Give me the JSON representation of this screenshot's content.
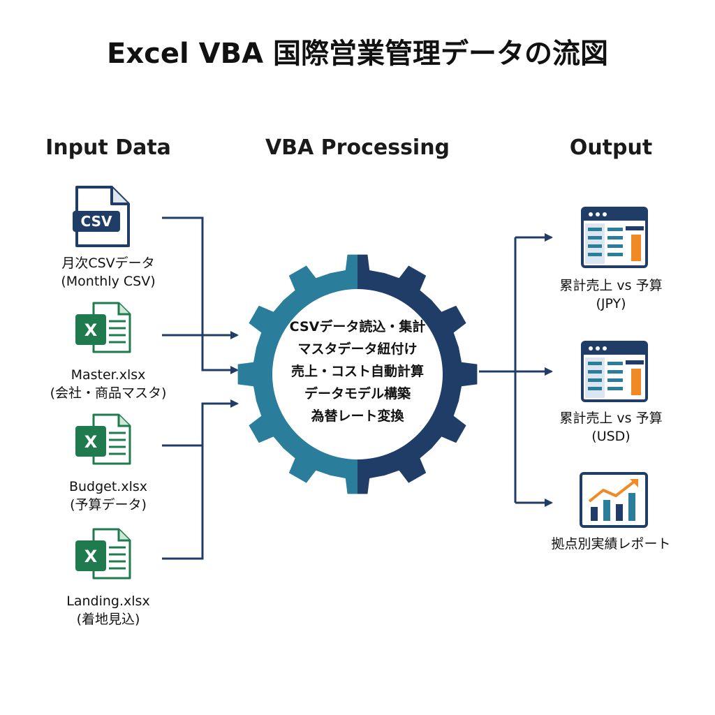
{
  "title": "Excel VBA 国際営業管理データの流図",
  "headers": {
    "input": "Input Data",
    "processing": "VBA Processing",
    "output": "Output"
  },
  "inputs": [
    {
      "icon": "csv-file-icon",
      "badge": "CSV",
      "line1": "月次CSVデータ",
      "line2": "(Monthly CSV)"
    },
    {
      "icon": "excel-file-icon",
      "badge": "X",
      "line1": "Master.xlsx",
      "line2": "(会社・商品マスタ)"
    },
    {
      "icon": "excel-file-icon",
      "badge": "X",
      "line1": "Budget.xlsx",
      "line2": "(予算データ)"
    },
    {
      "icon": "excel-file-icon",
      "badge": "X",
      "line1": "Landing.xlsx",
      "line2": "(着地見込)"
    }
  ],
  "processing_steps": [
    "CSVデータ読込・集計",
    "マスタデータ紐付け",
    "売上・コスト自動計算",
    "データモデル構築",
    "為替レート変換"
  ],
  "outputs": [
    {
      "icon": "spreadsheet-window-icon",
      "line1": "累計売上 vs 予算",
      "line2": "(JPY)"
    },
    {
      "icon": "spreadsheet-window-icon",
      "line1": "累計売上 vs 予算",
      "line2": "(USD)"
    },
    {
      "icon": "bar-chart-report-icon",
      "line1": "拠点別実績レポート",
      "line2": ""
    }
  ],
  "colors": {
    "navy": "#1f3d66",
    "teal": "#2a7e9c",
    "excel_green": "#1f7a4d",
    "orange": "#f08a24"
  }
}
